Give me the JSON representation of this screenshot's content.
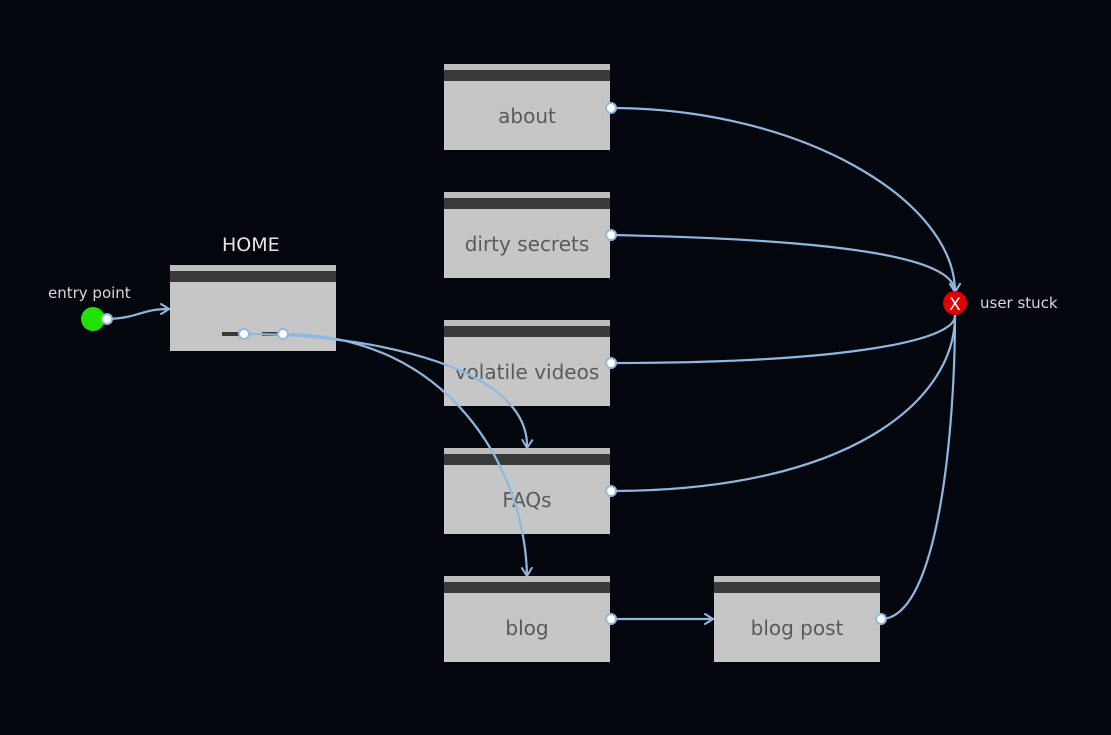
{
  "diagram": {
    "entry_label": "entry point",
    "stuck_label": "user stuck",
    "stuck_glyph": "X",
    "home": {
      "title": "HOME"
    },
    "pages": [
      {
        "id": "about",
        "label": "about"
      },
      {
        "id": "dirty-secrets",
        "label": "dirty secrets"
      },
      {
        "id": "volatile-videos",
        "label": "volatile videos"
      },
      {
        "id": "faqs",
        "label": "FAQs"
      },
      {
        "id": "blog",
        "label": "blog"
      },
      {
        "id": "blog-post",
        "label": "blog post"
      }
    ],
    "links": [
      {
        "from": "entry point",
        "to": "HOME"
      },
      {
        "from": "HOME",
        "to": "FAQs"
      },
      {
        "from": "HOME",
        "to": "blog"
      },
      {
        "from": "about",
        "to": "user stuck"
      },
      {
        "from": "dirty secrets",
        "to": "user stuck"
      },
      {
        "from": "volatile videos",
        "to": "user stuck"
      },
      {
        "from": "FAQs",
        "to": "user stuck"
      },
      {
        "from": "blog",
        "to": "blog post"
      },
      {
        "from": "blog post",
        "to": "user stuck"
      }
    ],
    "colors": {
      "background": "#03060d",
      "node": "#c6c6c6",
      "node_bar": "#3a3a3a",
      "wire": "#8fb8e0",
      "entry": "#22e000",
      "stuck": "#e00000"
    }
  }
}
